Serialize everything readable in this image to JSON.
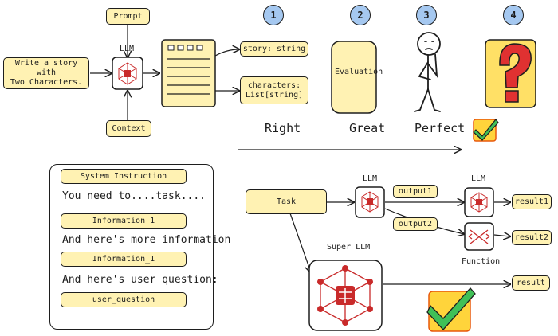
{
  "left_flow": {
    "prompt": "Prompt",
    "llm_label": "LLM",
    "input": "Write a story with\nTwo Characters.",
    "context": "Context",
    "output_story": "story: string",
    "output_characters": "characters:\nList[string]"
  },
  "evaluation": "Evaluation",
  "stages": [
    {
      "number": "1",
      "label": "Right"
    },
    {
      "number": "2",
      "label": "Great"
    },
    {
      "number": "3",
      "label": "Perfect"
    },
    {
      "number": "4",
      "label": ""
    }
  ],
  "prompt_panel": {
    "system_instruction": "System Instruction",
    "line1": "You need to....task....",
    "info1": "Information_1",
    "line2": "And here's more information",
    "info2": "Information_1",
    "line3": "And here's user question:",
    "user_question": "user_question"
  },
  "pipeline": {
    "task": "Task",
    "llm1_label": "LLM",
    "llm2_label": "LLM",
    "output1": "output1",
    "output2": "output2",
    "result1": "result1",
    "result2": "result2",
    "function_label": "Function",
    "super_llm_label": "Super LLM",
    "result": "result"
  },
  "colors": {
    "box_fill": "#fff2b3",
    "circle_fill": "#a5c8f0",
    "llm_red": "#c92a2a",
    "question_red": "#e03131",
    "check_green": "#40c057",
    "check_box": "#ffd43b"
  }
}
